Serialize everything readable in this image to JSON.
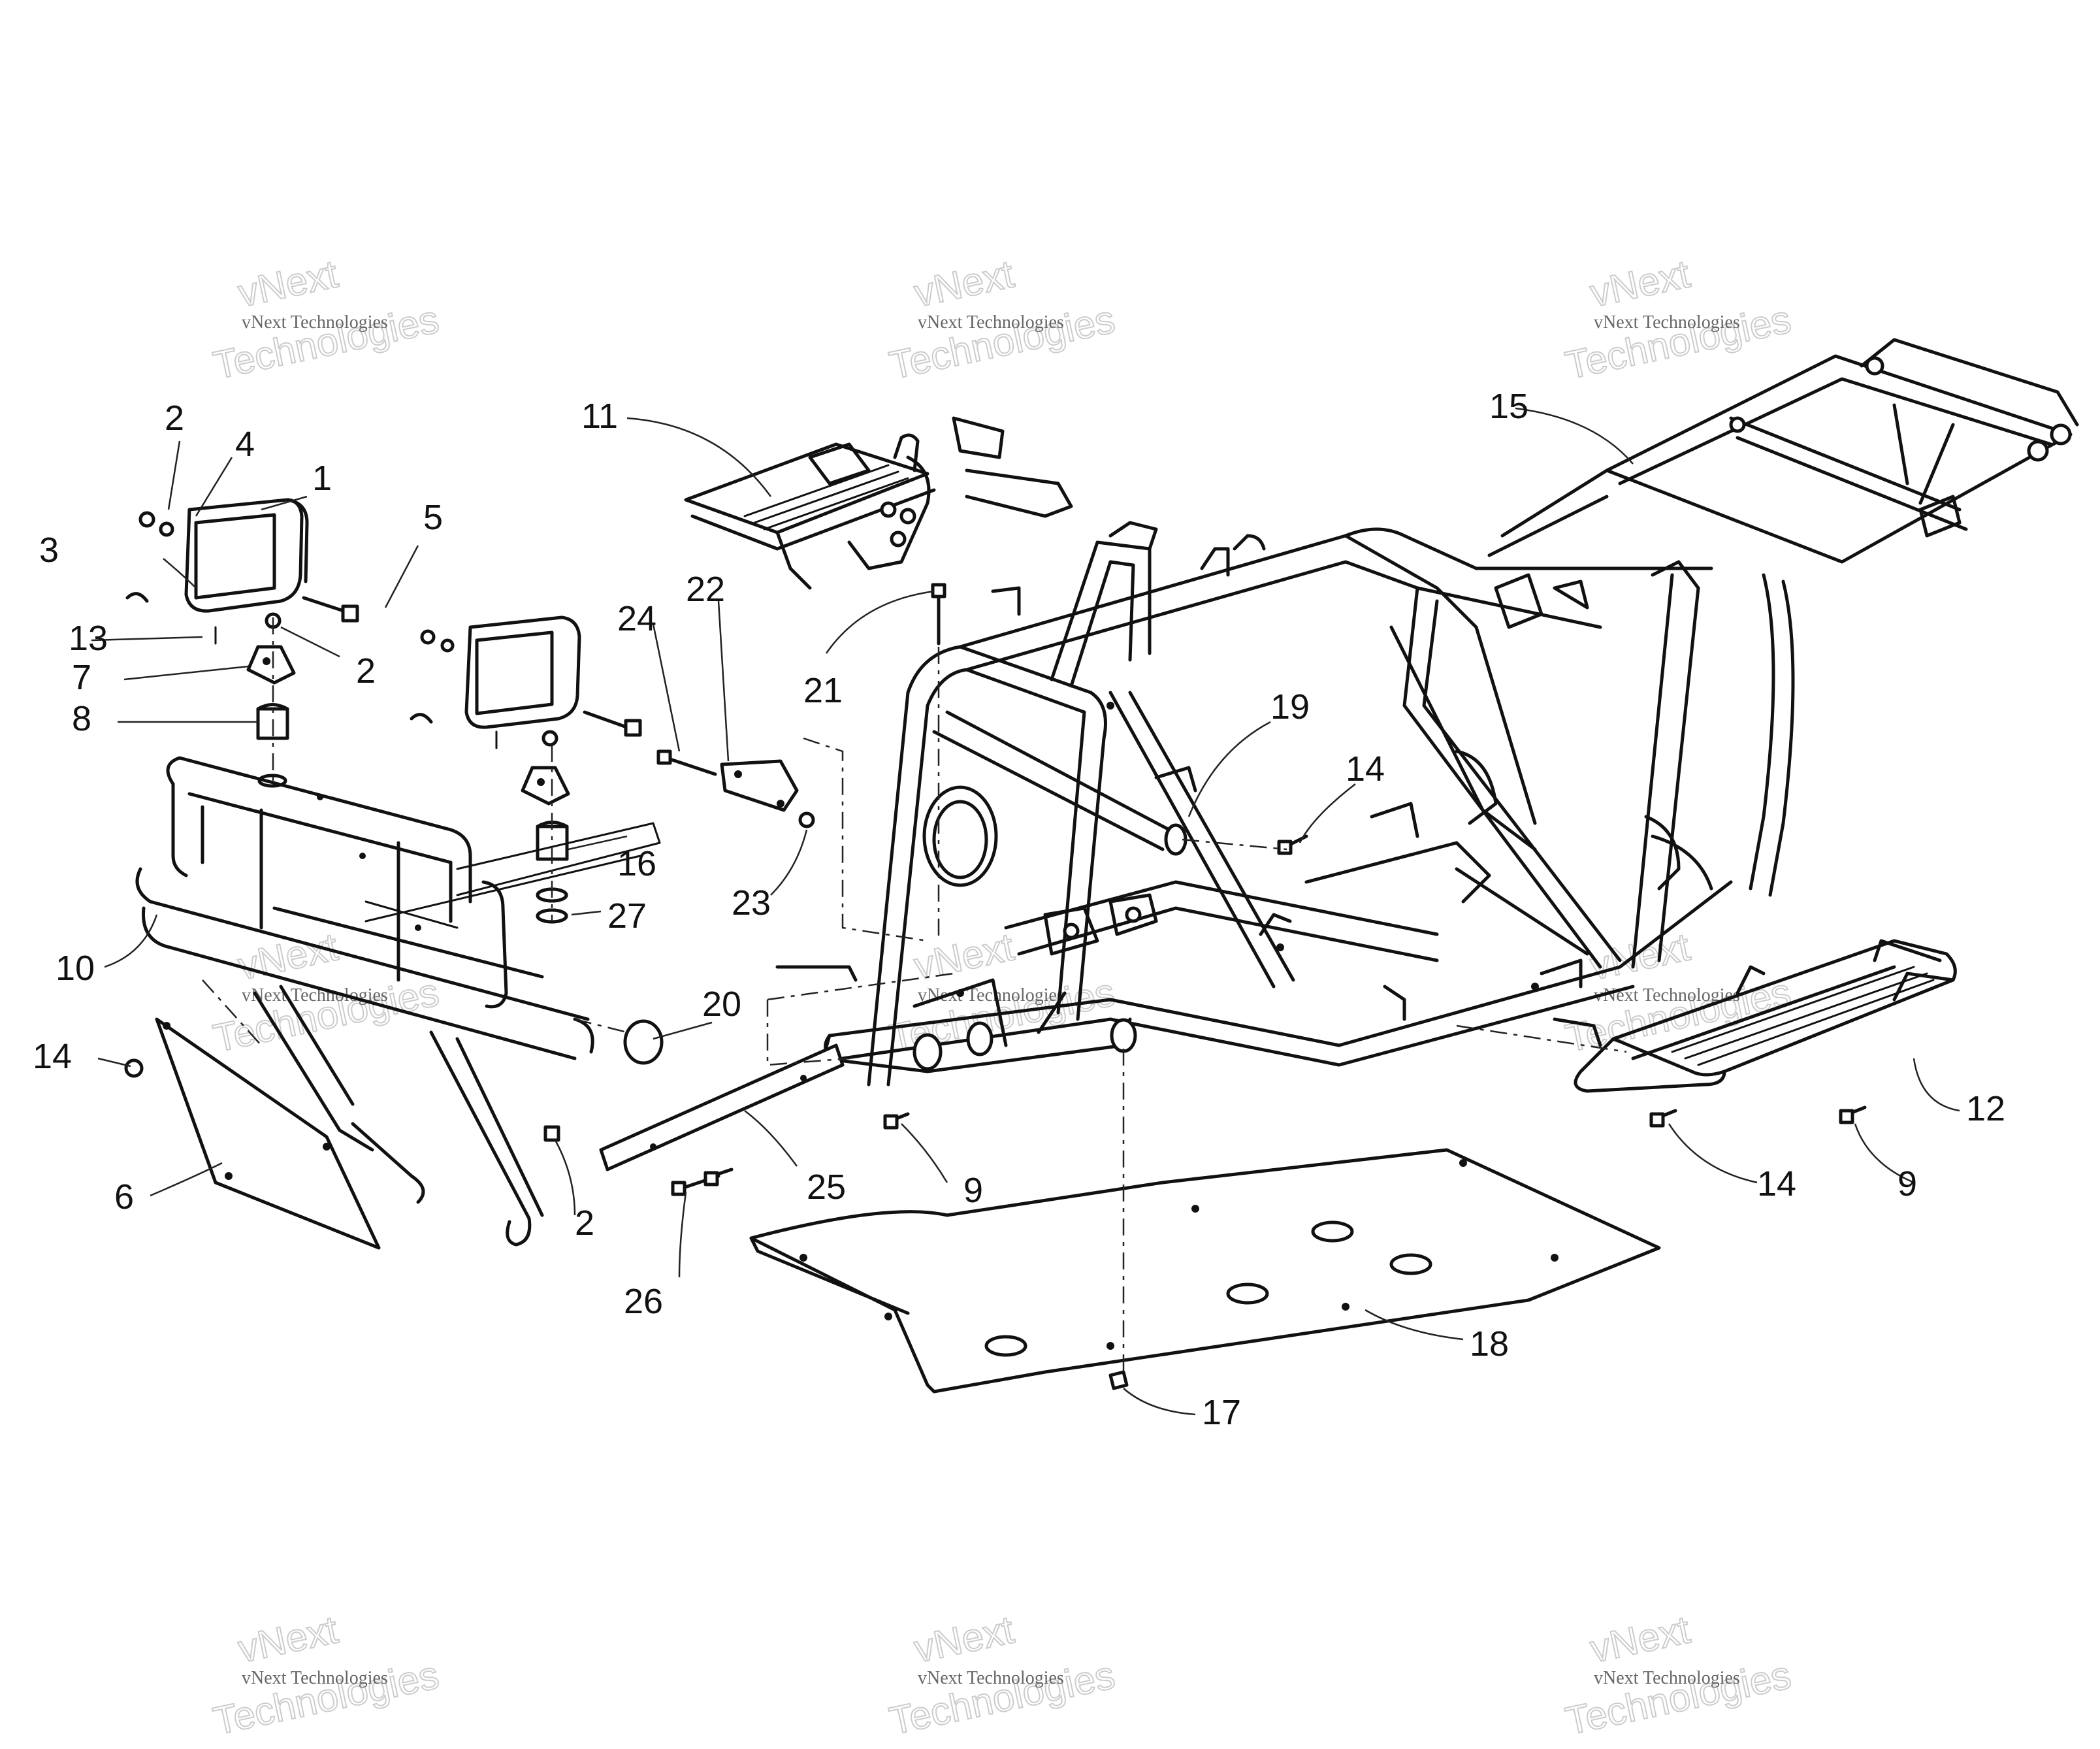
{
  "watermarks": [
    {
      "small": "vNext Technologies",
      "large_top": "vNext",
      "large_bottom": "Technologies"
    },
    {
      "small": "vNext Technologies",
      "large_top": "vNext",
      "large_bottom": "Technologies"
    },
    {
      "small": "vNext Technologies",
      "large_top": "vNext",
      "large_bottom": "Technologies"
    },
    {
      "small": "vNext Technologies",
      "large_top": "vNext",
      "large_bottom": "Technologies"
    },
    {
      "small": "vNext Technologies",
      "large_top": "vNext",
      "large_bottom": "Technologies"
    },
    {
      "small": "vNext Technologies",
      "large_top": "vNext",
      "large_bottom": "Technologies"
    },
    {
      "small": "vNext Technologies",
      "large_top": "vNext",
      "large_bottom": "Technologies"
    },
    {
      "small": "vNext Technologies",
      "large_top": "vNext",
      "large_bottom": "Technologies"
    },
    {
      "small": "vNext Technologies",
      "large_top": "vNext",
      "large_bottom": "Technologies"
    }
  ],
  "callouts": [
    {
      "label": "1"
    },
    {
      "label": "2"
    },
    {
      "label": "2"
    },
    {
      "label": "2"
    },
    {
      "label": "3"
    },
    {
      "label": "4"
    },
    {
      "label": "5"
    },
    {
      "label": "6"
    },
    {
      "label": "7"
    },
    {
      "label": "8"
    },
    {
      "label": "9"
    },
    {
      "label": "9"
    },
    {
      "label": "10"
    },
    {
      "label": "11"
    },
    {
      "label": "12"
    },
    {
      "label": "13"
    },
    {
      "label": "14"
    },
    {
      "label": "14"
    },
    {
      "label": "14"
    },
    {
      "label": "15"
    },
    {
      "label": "16"
    },
    {
      "label": "17"
    },
    {
      "label": "18"
    },
    {
      "label": "19"
    },
    {
      "label": "20"
    },
    {
      "label": "21"
    },
    {
      "label": "22"
    },
    {
      "label": "23"
    },
    {
      "label": "24"
    },
    {
      "label": "25"
    },
    {
      "label": "26"
    },
    {
      "label": "27"
    }
  ],
  "colors": {
    "line": "#111111",
    "background": "#ffffff",
    "watermark": "#666666"
  }
}
